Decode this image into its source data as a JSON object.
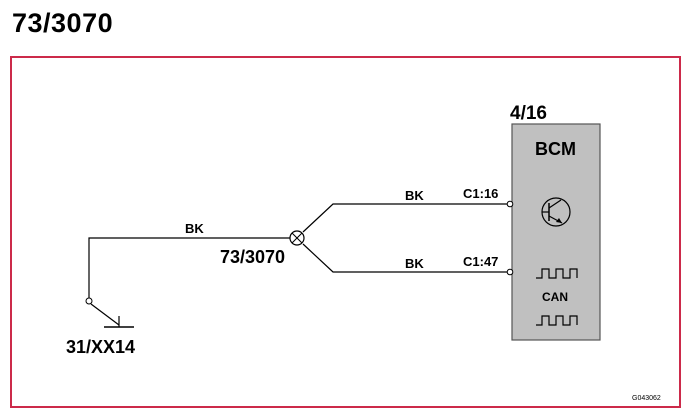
{
  "title": "73/3070",
  "diagram": {
    "module": {
      "ref": "4/16",
      "name": "BCM",
      "can_label": "CAN"
    },
    "splice": {
      "ref": "73/3070"
    },
    "ground": {
      "ref": "31/XX14"
    },
    "wires": [
      {
        "color": "BK"
      },
      {
        "color": "BK",
        "pin": "C1:16"
      },
      {
        "color": "BK",
        "pin": "C1:47"
      }
    ],
    "figure_id": "G043062"
  },
  "colors": {
    "frame": "#cc2a4a",
    "module_fill": "#c0c0c0",
    "wire": "#000000"
  }
}
